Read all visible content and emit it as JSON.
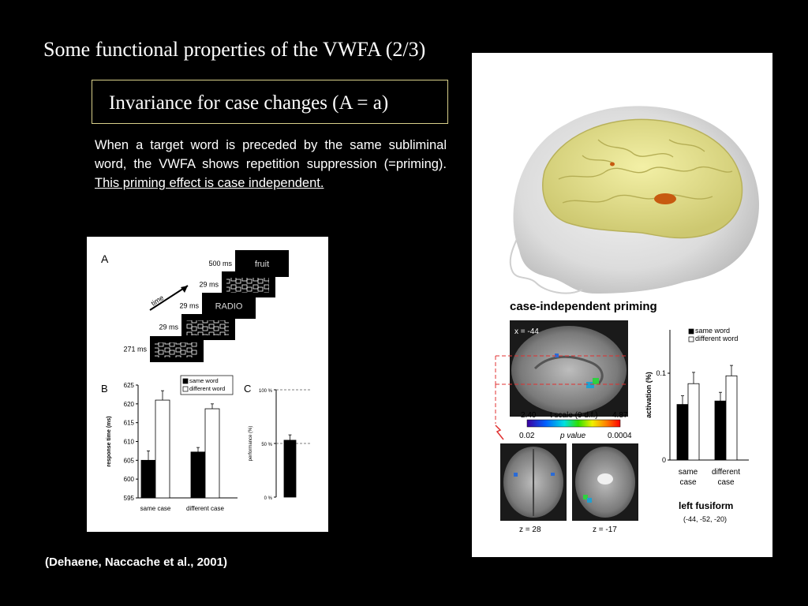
{
  "slide": {
    "title": "Some functional properties of the VWFA (2/3)",
    "subtitle": "Invariance for case changes (A = a)",
    "body_plain": "When a target word is preceded by the same subliminal word, the VWFA shows repetition suppression (=priming). ",
    "body_underlined": "This priming effect is case independent.",
    "citation": "(Dehaene, Naccache et al., 2001)"
  },
  "panel_a": {
    "label": "A",
    "time_label": "time",
    "frames": [
      {
        "duration": "500 ms",
        "content": "fruit",
        "masked": false
      },
      {
        "duration": "29 ms",
        "content": "",
        "masked": true
      },
      {
        "duration": "29 ms",
        "content": "RADIO",
        "masked": false
      },
      {
        "duration": "29 ms",
        "content": "",
        "masked": true
      },
      {
        "duration": "271 ms",
        "content": "",
        "masked": true
      }
    ]
  },
  "panel_b": {
    "label": "B",
    "ylabel": "response time (ms)",
    "ylim": [
      595,
      625
    ],
    "yticks": [
      "625",
      "620",
      "615",
      "610",
      "605",
      "600",
      "595"
    ],
    "legend": [
      "same word",
      "different word"
    ]
  },
  "panel_c": {
    "label": "C",
    "ylabel": "performance (%)",
    "yticks": [
      "100 %",
      "50 %",
      "0 %"
    ]
  },
  "brain": {
    "caption": "case-independent  priming",
    "sagittal_label": "x = -44",
    "t_scale_min": "2.40",
    "t_scale_label": "t scale (9 d.f.)",
    "t_scale_max": "4.87",
    "p_min": "0.02",
    "p_label": "p value",
    "p_max": "0.0004",
    "axial1_label": "z = 28",
    "axial2_label": "z = -17"
  },
  "fusiform": {
    "ylabel": "activation (%)",
    "yticks": [
      "0.1",
      "0"
    ],
    "legend": [
      "same word",
      "different word"
    ],
    "region": "left fusiform",
    "coords": "(-44, -52, -20)"
  },
  "chart_data": [
    {
      "type": "bar",
      "title": "",
      "ylabel": "response time (ms)",
      "ylim": [
        595,
        625
      ],
      "categories": [
        "same case",
        "different case"
      ],
      "series": [
        {
          "name": "same word",
          "values": [
            605,
            607.2
          ],
          "errors": [
            2.5,
            1.2
          ],
          "color": "#000000"
        },
        {
          "name": "different word",
          "values": [
            621,
            618.7
          ],
          "errors": [
            2.5,
            1.3
          ],
          "color": "#ffffff"
        }
      ],
      "legend": "top-right"
    },
    {
      "type": "bar",
      "title": "",
      "ylabel": "performance (%)",
      "ylim": [
        0,
        100
      ],
      "categories": [
        ""
      ],
      "series": [
        {
          "values": [
            53
          ],
          "errors": [
            5
          ],
          "color": "#000000"
        }
      ],
      "reference_lines": [
        100,
        50
      ]
    },
    {
      "type": "bar",
      "title": "",
      "ylabel": "activation (%)",
      "ylim": [
        0,
        0.15
      ],
      "categories": [
        "same case",
        "different case"
      ],
      "series": [
        {
          "name": "same word",
          "values": [
            0.064,
            0.068
          ],
          "errors": [
            0.01,
            0.01
          ],
          "color": "#000000"
        },
        {
          "name": "different word",
          "values": [
            0.088,
            0.097
          ],
          "errors": [
            0.013,
            0.012
          ],
          "color": "#ffffff"
        }
      ],
      "legend": "top-right"
    }
  ]
}
